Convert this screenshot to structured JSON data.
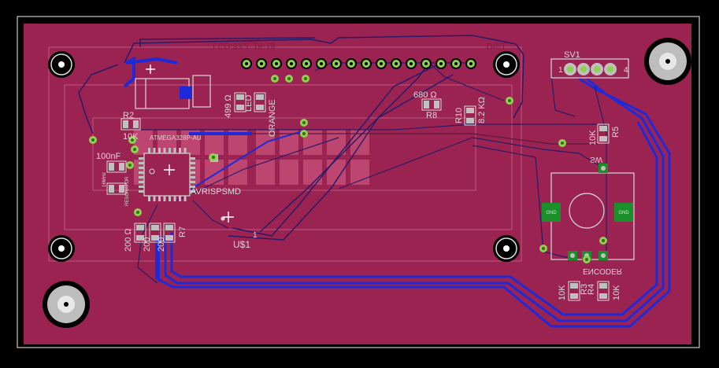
{
  "colors": {
    "background": "#000000",
    "board_fill": "#9b2351",
    "outline": "#c8c8c8",
    "trace_blue": "#1e2ad8",
    "trace_dark": "#2a1a66",
    "silk": "#d8d8d8",
    "pad": "#c0c0c0",
    "via": "#8fd14f",
    "gnd": "#1a8f2a"
  },
  "labels": {
    "header_title": "SV1",
    "header_pin1": "1",
    "header_pin4": "4",
    "r2_name": "R2",
    "r2_value": "10K",
    "mcu_name": "ATMEGA328P-AU",
    "cap_value": "100nF",
    "crystal_name": "RESONATOR",
    "crystal_value": "16MHz",
    "isp_name": "AVRISPSMD",
    "r1_value": "499 Ω",
    "led_name": "LED",
    "led_color": "ORANGE",
    "r8_value": "680 Ω",
    "r8_name": "R8",
    "r10_name": "R10",
    "r10_value": "8.2 KΩ",
    "r5_value": "10K",
    "r5_name": "R5",
    "r7_value_a": "200 Ω",
    "r7_value_b": "200",
    "r7_value_c": "200",
    "r7_name": "R7",
    "u1_name": "U$1",
    "u1_pin": "1",
    "r3_value": "10K",
    "r3_name": "R3",
    "r4_name": "R4",
    "r4_value": "10K",
    "lcd_ref_mirrored": "DIS1",
    "lcd_name_mirrored": "LCD-8X2_16-18",
    "gnd_left": "GND",
    "gnd_right": "GND",
    "enc_name_mirrored": "ENCODER",
    "enc_sw_mirrored": "SW"
  }
}
